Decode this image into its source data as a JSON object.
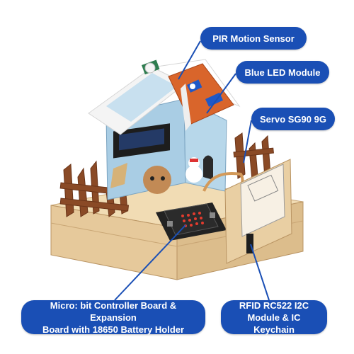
{
  "labels": {
    "pir": "PIR Motion Sensor",
    "led": "Blue LED Module",
    "servo": "Servo SG90 9G",
    "microbit_line1": "Micro: bit Controller Board & Expansion",
    "microbit_line2": "Board with 18650 Battery Holder",
    "rfid_line1": "RFID RC522 I2C",
    "rfid_line2": "Module & IC Keychain"
  },
  "colors": {
    "callout_bg": "#1a4fb5",
    "callout_text": "#ffffff",
    "leader_line": "#1a4fb5",
    "wood": "#e9cfa3",
    "wood_dark": "#c9a675",
    "roof": "#d9652b",
    "wall_blue": "#9fc6e0",
    "fence": "#8a4a26"
  }
}
